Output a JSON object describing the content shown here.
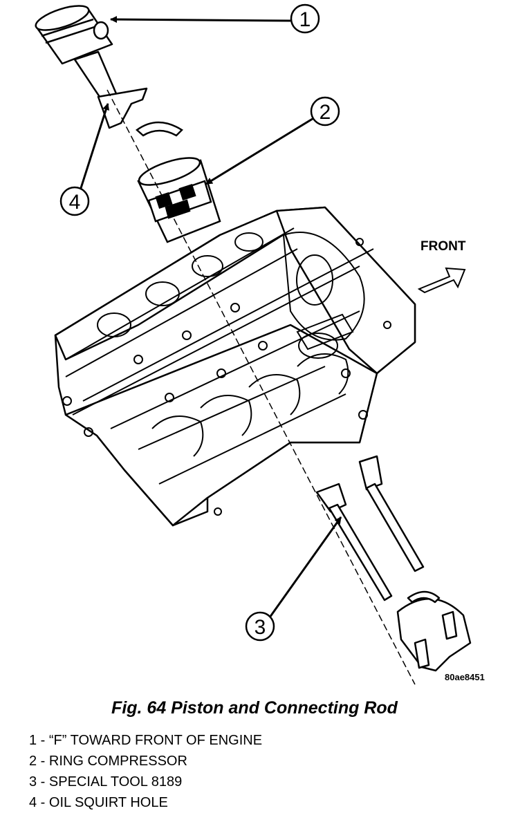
{
  "callouts": [
    {
      "number": "1"
    },
    {
      "number": "2"
    },
    {
      "number": "3"
    },
    {
      "number": "4"
    }
  ],
  "front_label": "FRONT",
  "figure_id": "80ae8451",
  "caption": "Fig. 64 Piston and Connecting Rod",
  "legend": [
    "1 - “F” TOWARD FRONT OF ENGINE",
    "2 - RING COMPRESSOR",
    "3 - SPECIAL TOOL 8189",
    "4 - OIL SQUIRT HOLE"
  ]
}
